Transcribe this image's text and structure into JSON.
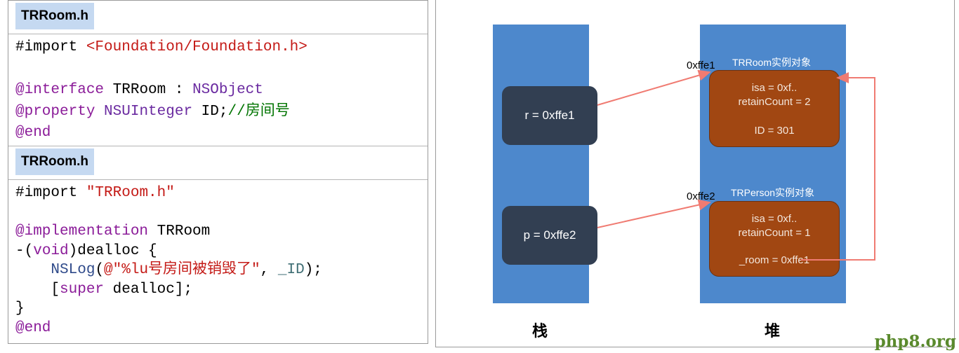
{
  "header_block": {
    "file_label": "TRRoom.h",
    "lines": [
      [
        {
          "t": "#import ",
          "c": ""
        },
        {
          "t": "<Foundation/Foundation.h>",
          "c": "str"
        }
      ],
      [],
      [
        {
          "t": "@interface",
          "c": "kw"
        },
        {
          "t": " TRRoom : ",
          "c": ""
        },
        {
          "t": "NSObject",
          "c": "typ"
        }
      ],
      [
        {
          "t": "@property",
          "c": "kw"
        },
        {
          "t": " ",
          "c": ""
        },
        {
          "t": "NSUInteger",
          "c": "typ"
        },
        {
          "t": " ID;",
          "c": ""
        },
        {
          "t": "//房间号",
          "c": "cmt"
        }
      ],
      [
        {
          "t": "@end",
          "c": "kw"
        }
      ]
    ]
  },
  "impl_block": {
    "file_label": "TRRoom.h",
    "lines": [
      [
        {
          "t": "#import ",
          "c": ""
        },
        {
          "t": "\"TRRoom.h\"",
          "c": "str"
        }
      ],
      [],
      [
        {
          "t": "@implementation",
          "c": "kw"
        },
        {
          "t": " TRRoom",
          "c": ""
        }
      ],
      [
        {
          "t": "-(",
          "c": ""
        },
        {
          "t": "void",
          "c": "kw"
        },
        {
          "t": ")dealloc {",
          "c": ""
        }
      ],
      [
        {
          "t": "    ",
          "c": ""
        },
        {
          "t": "NSLog",
          "c": "fn"
        },
        {
          "t": "(",
          "c": ""
        },
        {
          "t": "@\"%lu号房间被销毁了\"",
          "c": "str"
        },
        {
          "t": ", ",
          "c": ""
        },
        {
          "t": "_ID",
          "c": "var"
        },
        {
          "t": ");",
          "c": ""
        }
      ],
      [
        {
          "t": "    [",
          "c": ""
        },
        {
          "t": "super",
          "c": "kw"
        },
        {
          "t": " dealloc];",
          "c": ""
        }
      ],
      [
        {
          "t": "}",
          "c": ""
        }
      ],
      [
        {
          "t": "@end",
          "c": "kw"
        }
      ]
    ]
  },
  "diagram": {
    "stack_label": "栈",
    "heap_label": "堆",
    "stack_vars": [
      "r = 0xffe1",
      "p = 0xffe2"
    ],
    "room_obj": {
      "address": "0xffe1",
      "title": "TRRoom实例对象",
      "fields": [
        "isa = 0xf..",
        "retainCount = 2",
        "ID = 301"
      ]
    },
    "person_obj": {
      "address": "0xffe2",
      "title": "TRPerson实例对象",
      "fields": [
        "isa = 0xf..",
        "retainCount = 1",
        "_room = 0xffe1"
      ]
    },
    "colors": {
      "column": "#4d88cc",
      "var_box": "#323f52",
      "obj_box": "#a14712",
      "arrow": "#f07b72"
    }
  },
  "watermark": "php8.org"
}
